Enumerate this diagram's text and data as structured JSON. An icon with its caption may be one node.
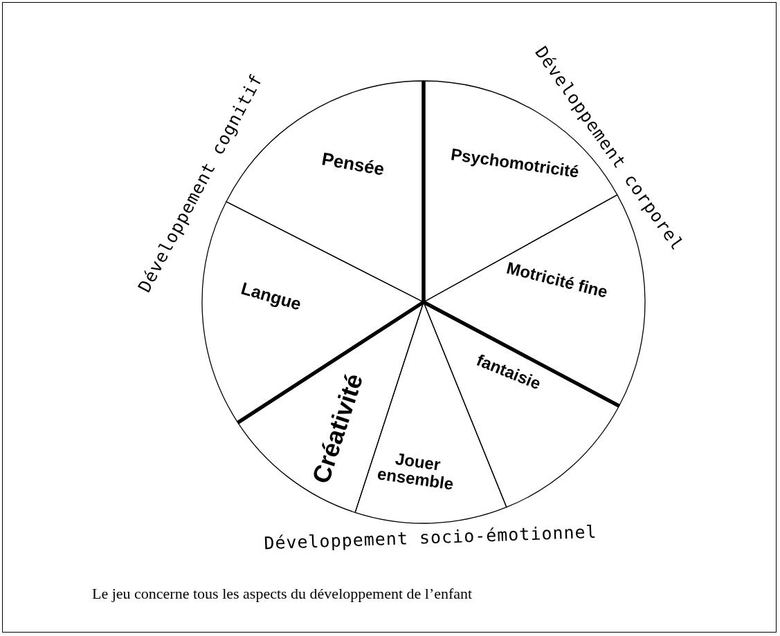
{
  "diagram": {
    "caption": "Le jeu concerne tous les aspects du développement de l’enfant",
    "nodes": [
      {
        "text": [
          "Développement cognitif"
        ]
      },
      {
        "text": [
          "Pensée"
        ],
        "in": 0
      },
      {
        "text": [
          "Langue"
        ],
        "in": 0
      },
      {
        "text": [
          "Développement corporel"
        ]
      },
      {
        "text": [
          "Psychomotricité"
        ],
        "in": 3
      },
      {
        "text": [
          "Motricité fine"
        ],
        "in": 3
      },
      {
        "text": [
          "Développement socio-émotionnel"
        ]
      },
      {
        "text": [
          "fantaisie"
        ],
        "in": 6
      },
      {
        "text": [
          "Jouer ensemble"
        ],
        "in": 6
      },
      {
        "text": [
          "Créativité"
        ],
        "in": 6
      }
    ],
    "edges": []
  }
}
